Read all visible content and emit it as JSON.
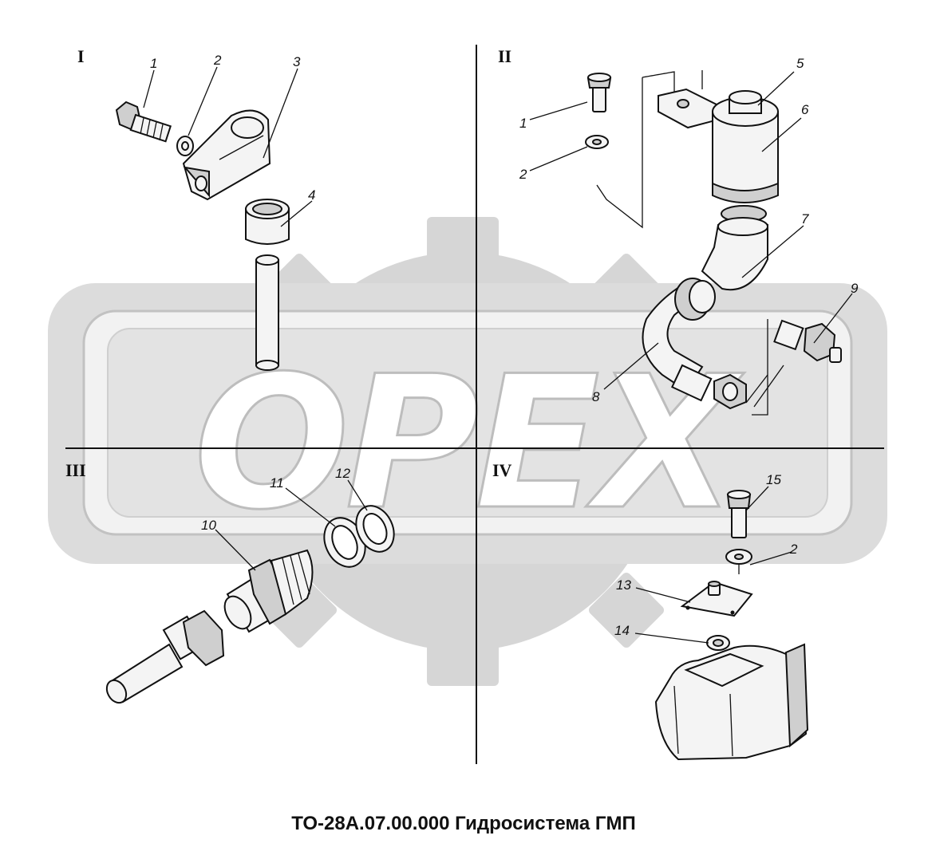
{
  "watermark": {
    "text": "OPEX",
    "color": "#c9c9c9"
  },
  "quadrants": [
    {
      "id": "q1",
      "label": "I"
    },
    {
      "id": "q2",
      "label": "II"
    },
    {
      "id": "q3",
      "label": "III"
    },
    {
      "id": "q4",
      "label": "IV"
    }
  ],
  "callouts": {
    "q1": [
      "1",
      "2",
      "3",
      "4"
    ],
    "q2": [
      "1",
      "2",
      "5",
      "6",
      "7",
      "8",
      "9"
    ],
    "q3": [
      "10",
      "11",
      "12"
    ],
    "q4": [
      "15",
      "2",
      "13",
      "14"
    ]
  },
  "caption": "ТО-28А.07.00.000 Гидросистема ГМП"
}
